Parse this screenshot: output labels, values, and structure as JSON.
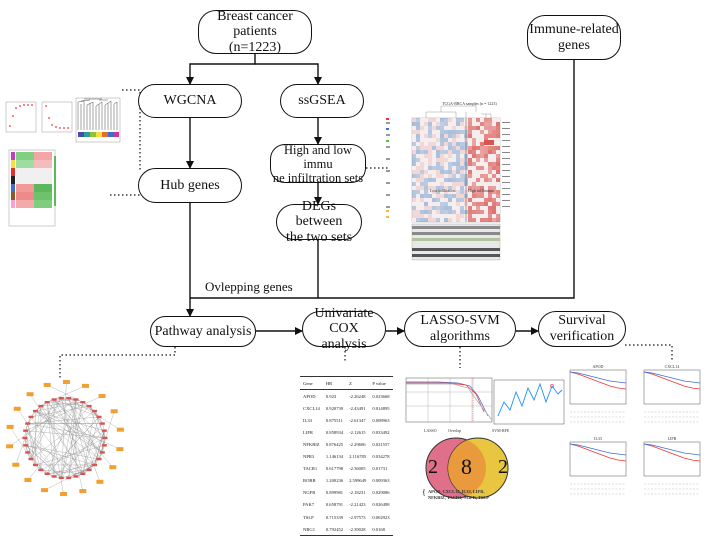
{
  "nodes": {
    "patients": "Breast cancer patients",
    "patients_n": "(n=1223)",
    "immune_genes_1": "Immune-related",
    "immune_genes_2": "genes",
    "wgcna": "WGCNA",
    "ssgsea": "ssGSEA",
    "infiltration_1": "High and low immu",
    "infiltration_2": "ne infiltration sets",
    "hub_genes": "Hub genes",
    "degs_1": "DEGs between",
    "degs_2": "the two sets",
    "overlap_caption": "Ovlepping genes",
    "pathway": "Pathway analysis",
    "cox_1": "Univariate COX",
    "cox_2": "analysis",
    "lasso_1": "LASSO-SVM",
    "lasso_2": "algorithms",
    "survival_1": "Survival",
    "survival_2": "verification"
  },
  "cox_table": {
    "headers": [
      "Gene",
      "HR",
      "Z",
      "P value"
    ],
    "rows": [
      [
        "APOD",
        "0.923",
        "-2.26248",
        "0.023668"
      ],
      [
        "CXCL14",
        "0.920739",
        "-2.43491",
        "0.014895"
      ],
      [
        "IL33",
        "0.875511",
        "-2.61347",
        "0.008963"
      ],
      [
        "LIFR",
        "0.858934",
        "-2.12615",
        "0.033492"
      ],
      [
        "NFKBIZ",
        "0.876425",
        "-2.29606",
        "0.021557"
      ],
      [
        "NPR3",
        "1.146134",
        "2.116785",
        "0.034278"
      ],
      [
        "TACR1",
        "0.617798",
        "-2.36005",
        "0.01731"
      ],
      [
        "RORB",
        "1.200236",
        "2.599649",
        "0.009363"
      ],
      [
        "NGFR",
        "0.899981",
        "-2.18231",
        "0.029086"
      ],
      [
        "PAK7",
        "0.658791",
        "-2.21423",
        "0.026498"
      ],
      [
        "TSLP",
        "0.715339",
        "-2.97573",
        "0.002923"
      ],
      [
        "NRG1",
        "0.792452",
        "-2.39028",
        "0.0168"
      ]
    ]
  },
  "venn": {
    "title": "Overlap",
    "left_only": "2",
    "intersection": "8",
    "right_only": "2",
    "left_label": "LASSO",
    "right_label": "SVM-RFE",
    "genes_line_1": "APOD, CXCL14, IL33, LIFR,",
    "genes_line_2": "NFKBIZ, TACR1, NGFR, TSLP",
    "left_color": "#e0708a",
    "center_color": "#e89a3c",
    "right_color": "#e8c640"
  },
  "heatmap_caption": "TCGA-BRCA samples (n = 1223)",
  "heatmap_low_label": "Low infiltration",
  "heatmap_high_label": "High infiltration",
  "survival_titles": [
    "APOD",
    "CXCL14",
    "IL33",
    "LIFR"
  ],
  "colors": {
    "stroke": "#111111",
    "heat_red": "#d9534f",
    "heat_blue": "#5b8fc9",
    "wgcna_green": "#5cb85c"
  }
}
